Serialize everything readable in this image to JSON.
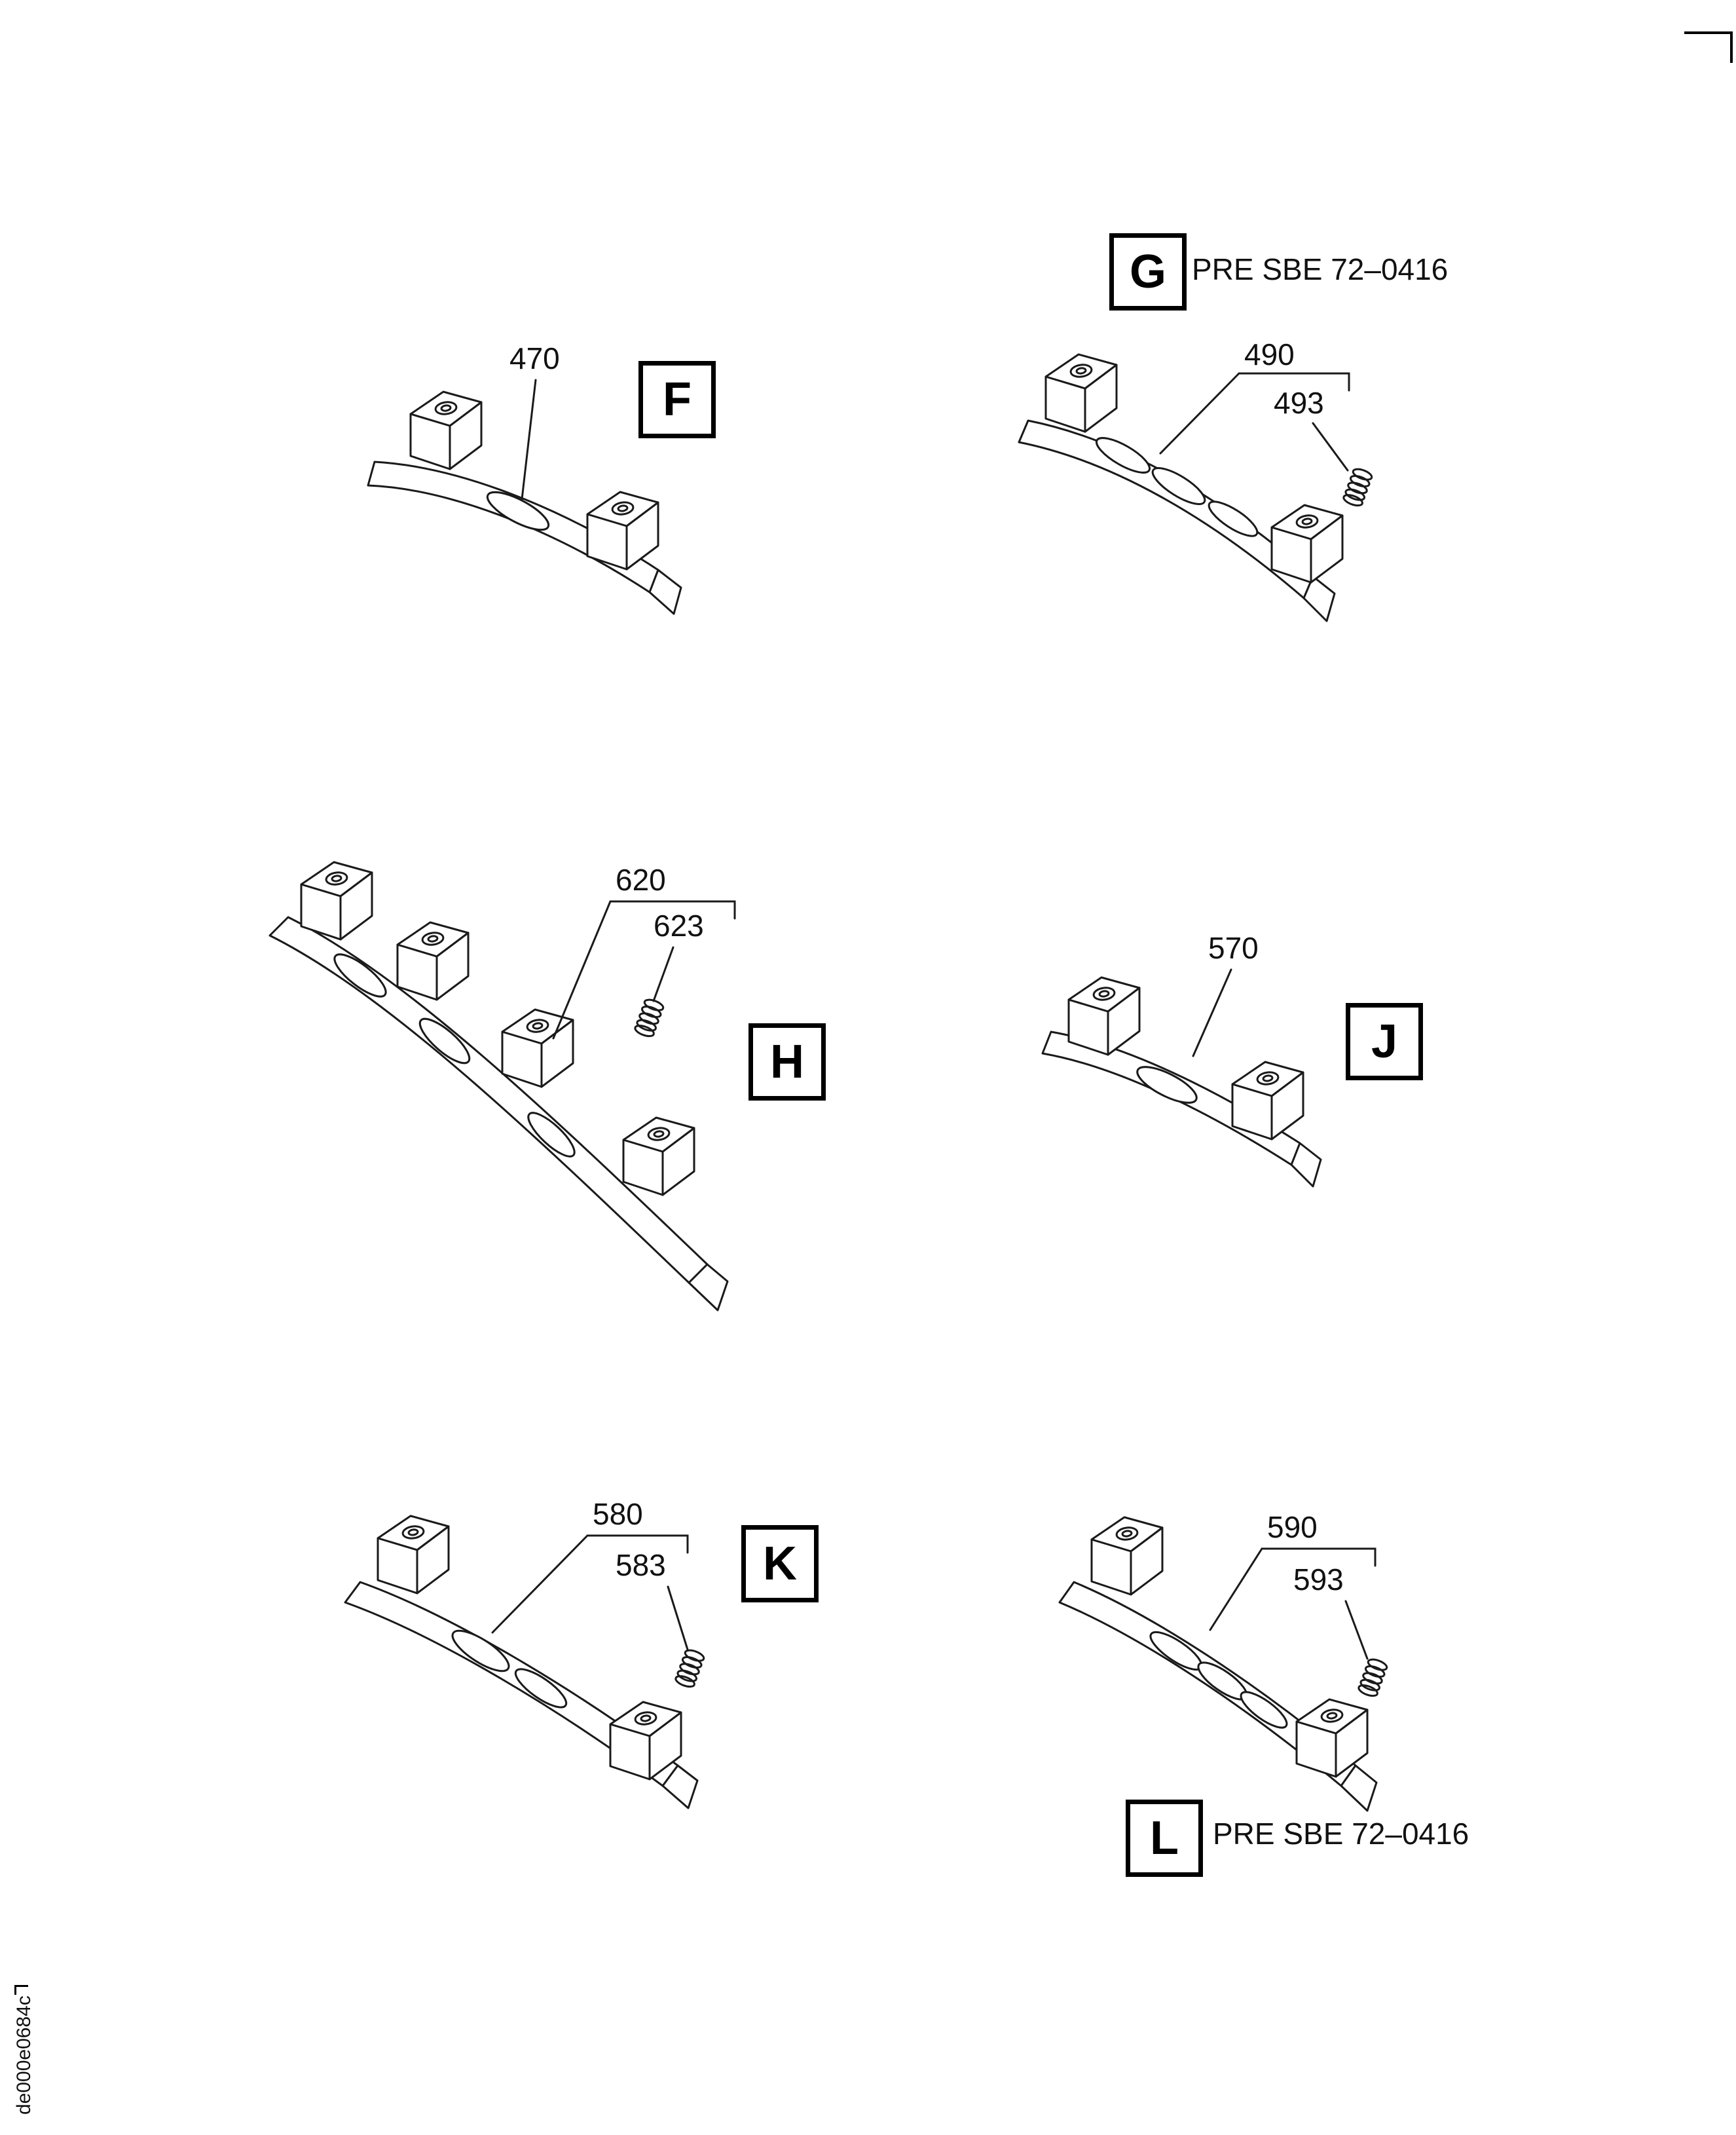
{
  "figure": {
    "code": "de000e0684c"
  },
  "panels": {
    "f": {
      "letter": "F",
      "part": "470"
    },
    "g": {
      "letter": "G",
      "note": "PRE SBE 72–0416",
      "part": "490",
      "spring": "493"
    },
    "h": {
      "letter": "H",
      "part": "620",
      "spring": "623"
    },
    "j": {
      "letter": "J",
      "part": "570"
    },
    "k": {
      "letter": "K",
      "part": "580",
      "spring": "583"
    },
    "l": {
      "letter": "L",
      "note": "PRE SBE 72–0416",
      "part": "590",
      "spring": "593"
    }
  }
}
